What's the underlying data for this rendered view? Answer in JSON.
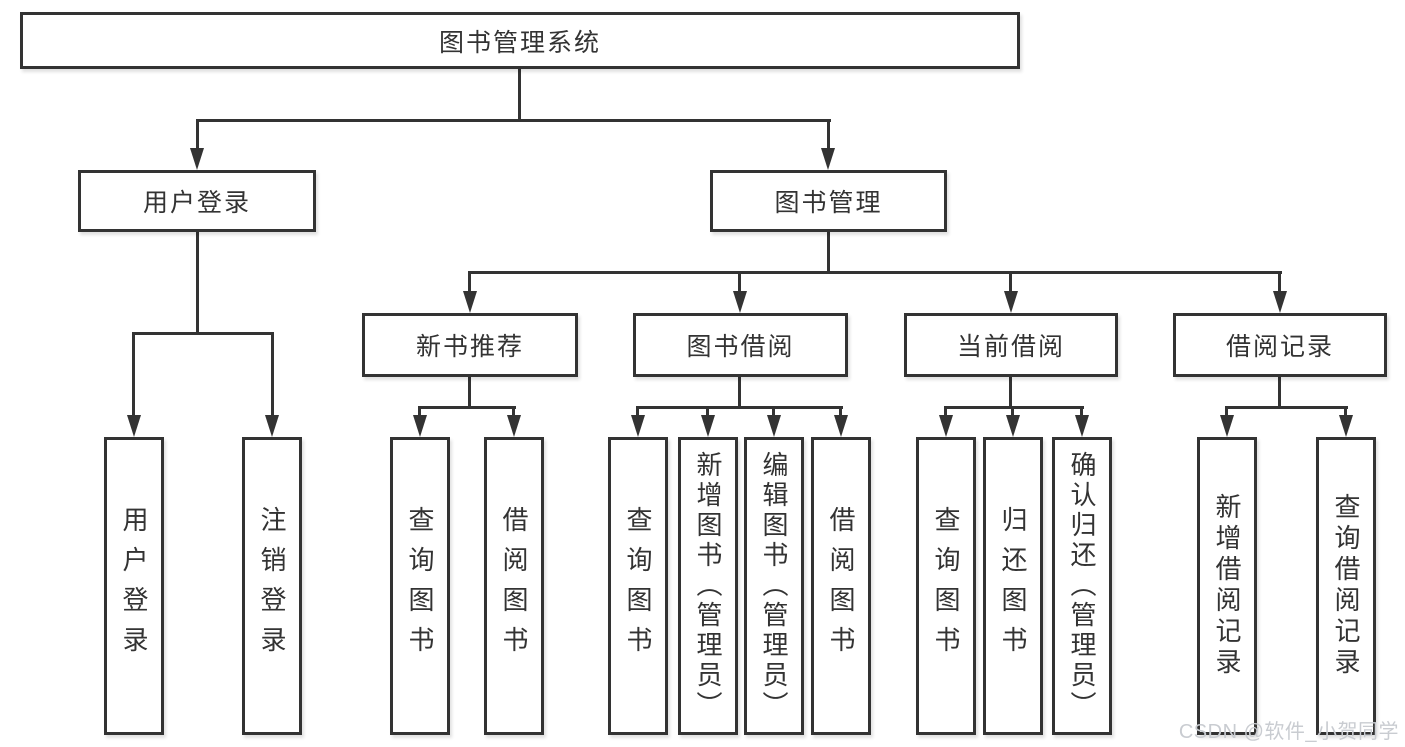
{
  "style": {
    "line_color": "#333333",
    "box_background": "#ffffff",
    "watermark_color": "#c9ccd1"
  },
  "watermark": "CSDN @软件_小贺同学",
  "tree": {
    "label": "图书管理系统",
    "children": [
      {
        "label": "用户登录",
        "children": [
          {
            "label": "用户登录"
          },
          {
            "label": "注销登录"
          }
        ]
      },
      {
        "label": "图书管理",
        "children": [
          {
            "label": "新书推荐",
            "children": [
              {
                "label": "查询图书"
              },
              {
                "label": "借阅图书"
              }
            ]
          },
          {
            "label": "图书借阅",
            "children": [
              {
                "label": "查询图书"
              },
              {
                "label": "新增图书（管理员）"
              },
              {
                "label": "编辑图书（管理员）"
              },
              {
                "label": "借阅图书"
              }
            ]
          },
          {
            "label": "当前借阅",
            "children": [
              {
                "label": "查询图书"
              },
              {
                "label": "归还图书"
              },
              {
                "label": "确认归还（管理员）"
              }
            ]
          },
          {
            "label": "借阅记录",
            "children": [
              {
                "label": "新增借阅记录"
              },
              {
                "label": "查询借阅记录"
              }
            ]
          }
        ]
      }
    ]
  }
}
